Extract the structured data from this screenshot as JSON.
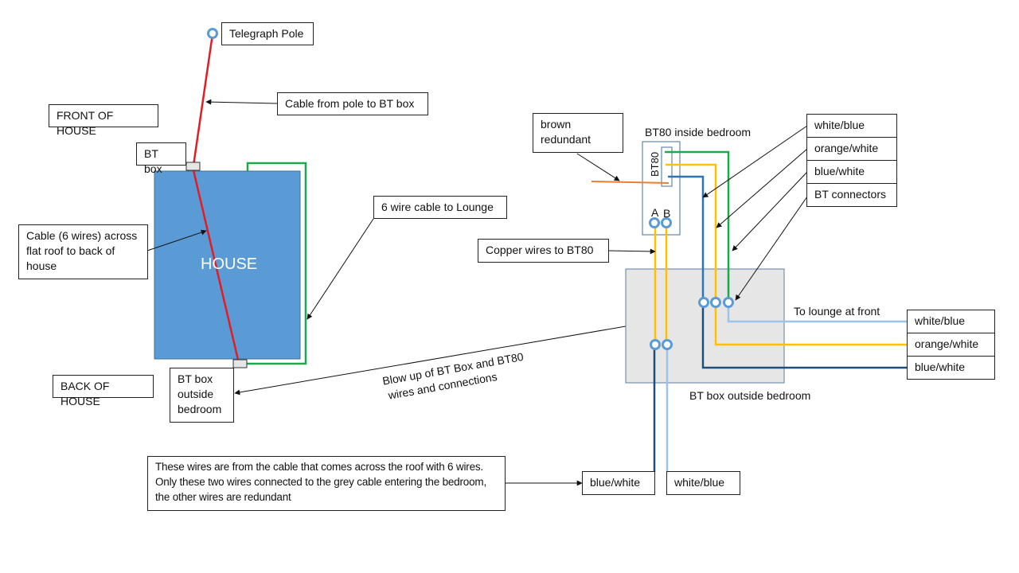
{
  "colors": {
    "house_fill": "#5b9bd5",
    "house_border": "#41719c",
    "red_cable": "#e31b23",
    "green_wire": "#1ea84e",
    "orange_wire": "#ffc000",
    "blue_wire": "#2e75b6",
    "dark_blue_wire": "#1f4e79",
    "light_blue_wire": "#9dc3e6",
    "brown_wire": "#ed7d31",
    "bt_box_fill": "#e7e6e6",
    "connector_ring": "#5b9bd5"
  },
  "labels": {
    "telegraph_pole": "Telegraph Pole",
    "cable_from_pole": "Cable from pole to BT box",
    "front_of_house": "FRONT OF HOUSE",
    "bt_box": "BT box",
    "cable_across_roof": "Cable (6 wires) across flat roof to back of house",
    "house": "HOUSE",
    "six_wire_cable": "6 wire cable to Lounge",
    "back_of_house": "BACK OF HOUSE",
    "bt_box_outside_bedroom_small": "BT box outside bedroom",
    "blow_up_line1": "Blow up of BT Box and BT80",
    "blow_up_line2": "wires and connections",
    "brown_redundant": "brown redundant",
    "bt80_inside_bedroom": "BT80 inside bedroom",
    "bt80_vertical": "BT80",
    "terminal_a": "A",
    "terminal_b": "B",
    "copper_wires": "Copper wires to BT80",
    "bt_box_outside_bedroom": "BT box outside bedroom",
    "to_lounge": "To lounge at front",
    "note": "These wires are from the cable that comes across the roof with 6 wires. Only these two wires connected to the grey cable entering the bedroom, the other wires are redundant",
    "bottom_blue_white": "blue/white",
    "bottom_white_blue": "white/blue"
  },
  "legend_top": [
    "white/blue",
    "orange/white",
    "blue/white",
    "BT connectors"
  ],
  "legend_right": [
    "white/blue",
    "orange/white",
    "blue/white"
  ]
}
